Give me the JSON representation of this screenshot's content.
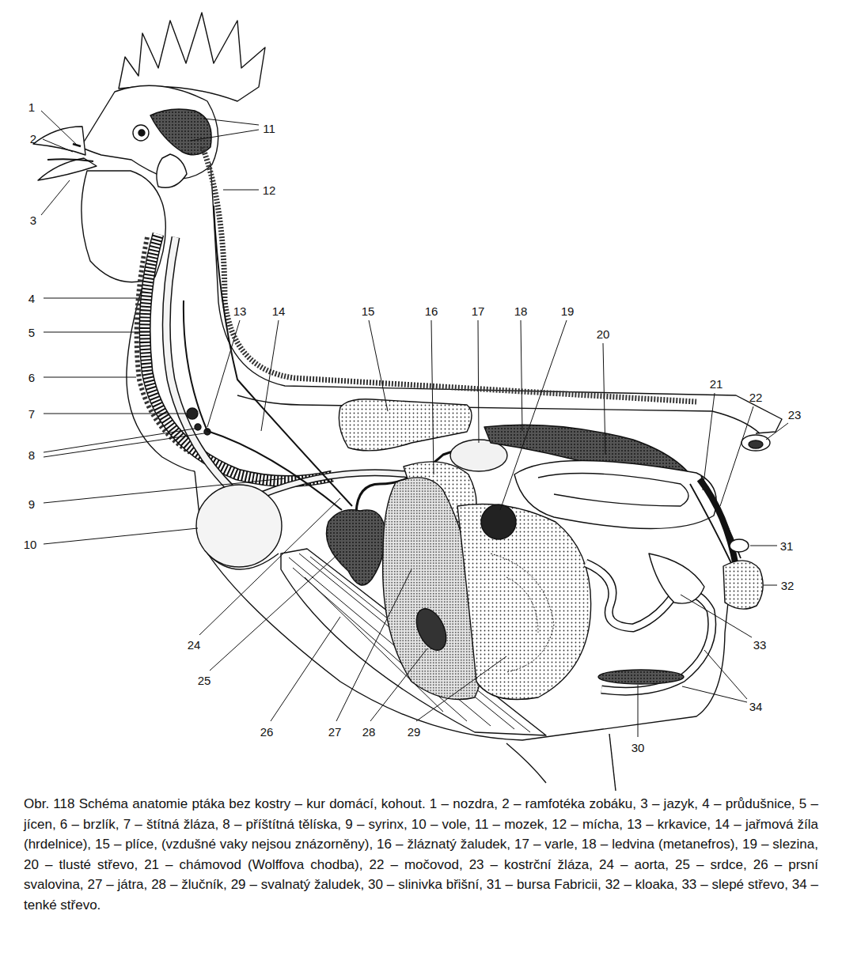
{
  "diagram": {
    "caption": "Obr. 118 Schéma anatomie ptáka bez kostry – kur domácí, kohout. 1 – nozdra, 2 – ramfotéka zobáku, 3 – jazyk, 4 – průdušnice, 5 – jícen, 6 – brzlík, 7 – štítná žláza, 8 – příštítná tělíska, 9 – syrinx, 10 – vole, 11 – mozek, 12 – mícha, 13 – krkavice, 14 – jařmová žíla (hrdelnice), 15 – plíce, (vzdušné vaky nejsou znázorněny), 16 – žláznatý žaludek, 17 – varle, 18 – ledvina (metanefros), 19 – slezina, 20 – tlusté střevo, 21 – chámovod (Wolffova chodba), 22 – močovod, 23 – kostrční žláza, 24 – aorta, 25 – srdce, 26 – prsní svalovina, 27 – játra, 28 – žlučník, 29 – svalnatý žaludek, 30 – slinivka břišní, 31 – bursa Fabricii, 32 – kloaka, 33 – slepé střevo, 34 – tenké střevo.",
    "labels": [
      "1",
      "2",
      "3",
      "4",
      "5",
      "6",
      "7",
      "8",
      "9",
      "10",
      "11",
      "12",
      "13",
      "14",
      "15",
      "16",
      "17",
      "18",
      "19",
      "20",
      "21",
      "22",
      "23",
      "24",
      "25",
      "26",
      "27",
      "28",
      "29",
      "30",
      "31",
      "32",
      "33",
      "34"
    ]
  }
}
